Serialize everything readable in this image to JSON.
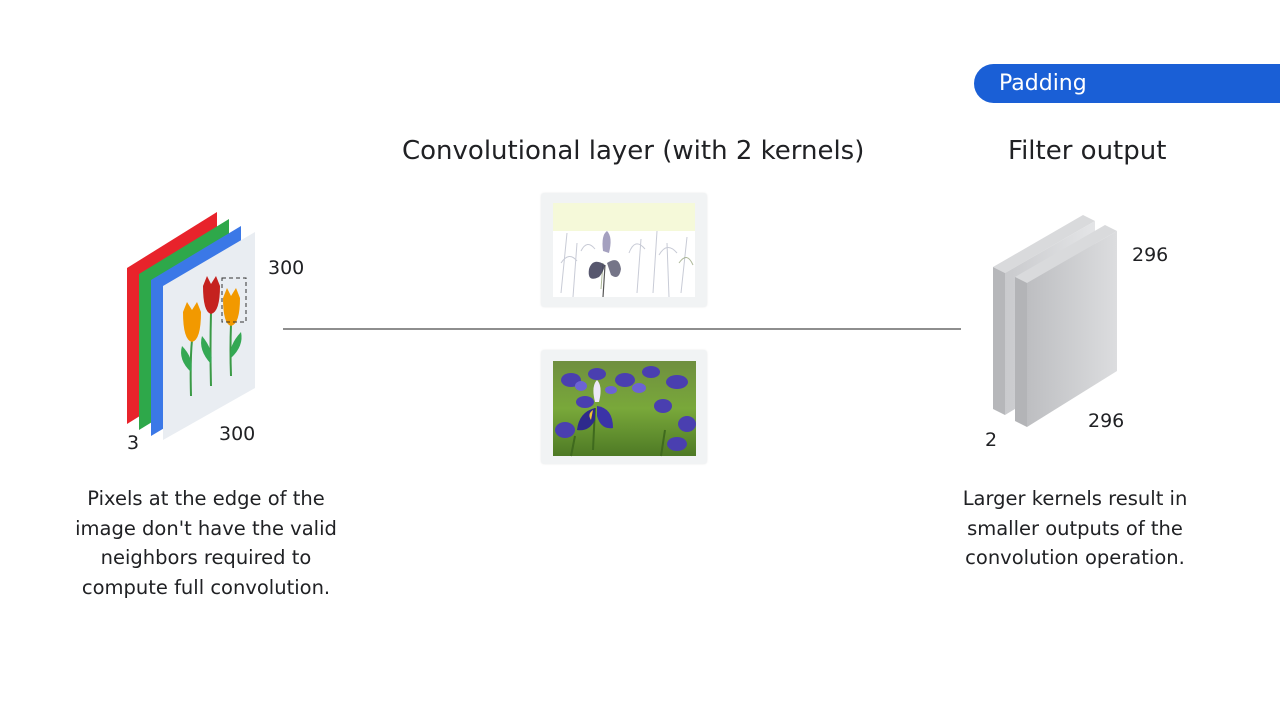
{
  "badge": {
    "label": "Padding"
  },
  "conv_title": "Convolutional layer (with 2 kernels)",
  "output_title": "Filter output",
  "input": {
    "height": "300",
    "width": "300",
    "channels": "3"
  },
  "output": {
    "height": "296",
    "width": "296",
    "depth": "2"
  },
  "captions": {
    "left": "Pixels at the edge of the\nimage don't have the valid\nneighbors required to\ncompute full convolution.",
    "right": "Larger kernels result in\nsmaller outputs of the\nconvolution operation."
  },
  "colors": {
    "accent": "#1a5fd6",
    "red_channel": "#e8232b",
    "green_channel": "#2ea84a",
    "blue_channel": "#3b78e7",
    "iris_purple": "#4a3fb0",
    "foliage_green": "#5e9a2e"
  }
}
